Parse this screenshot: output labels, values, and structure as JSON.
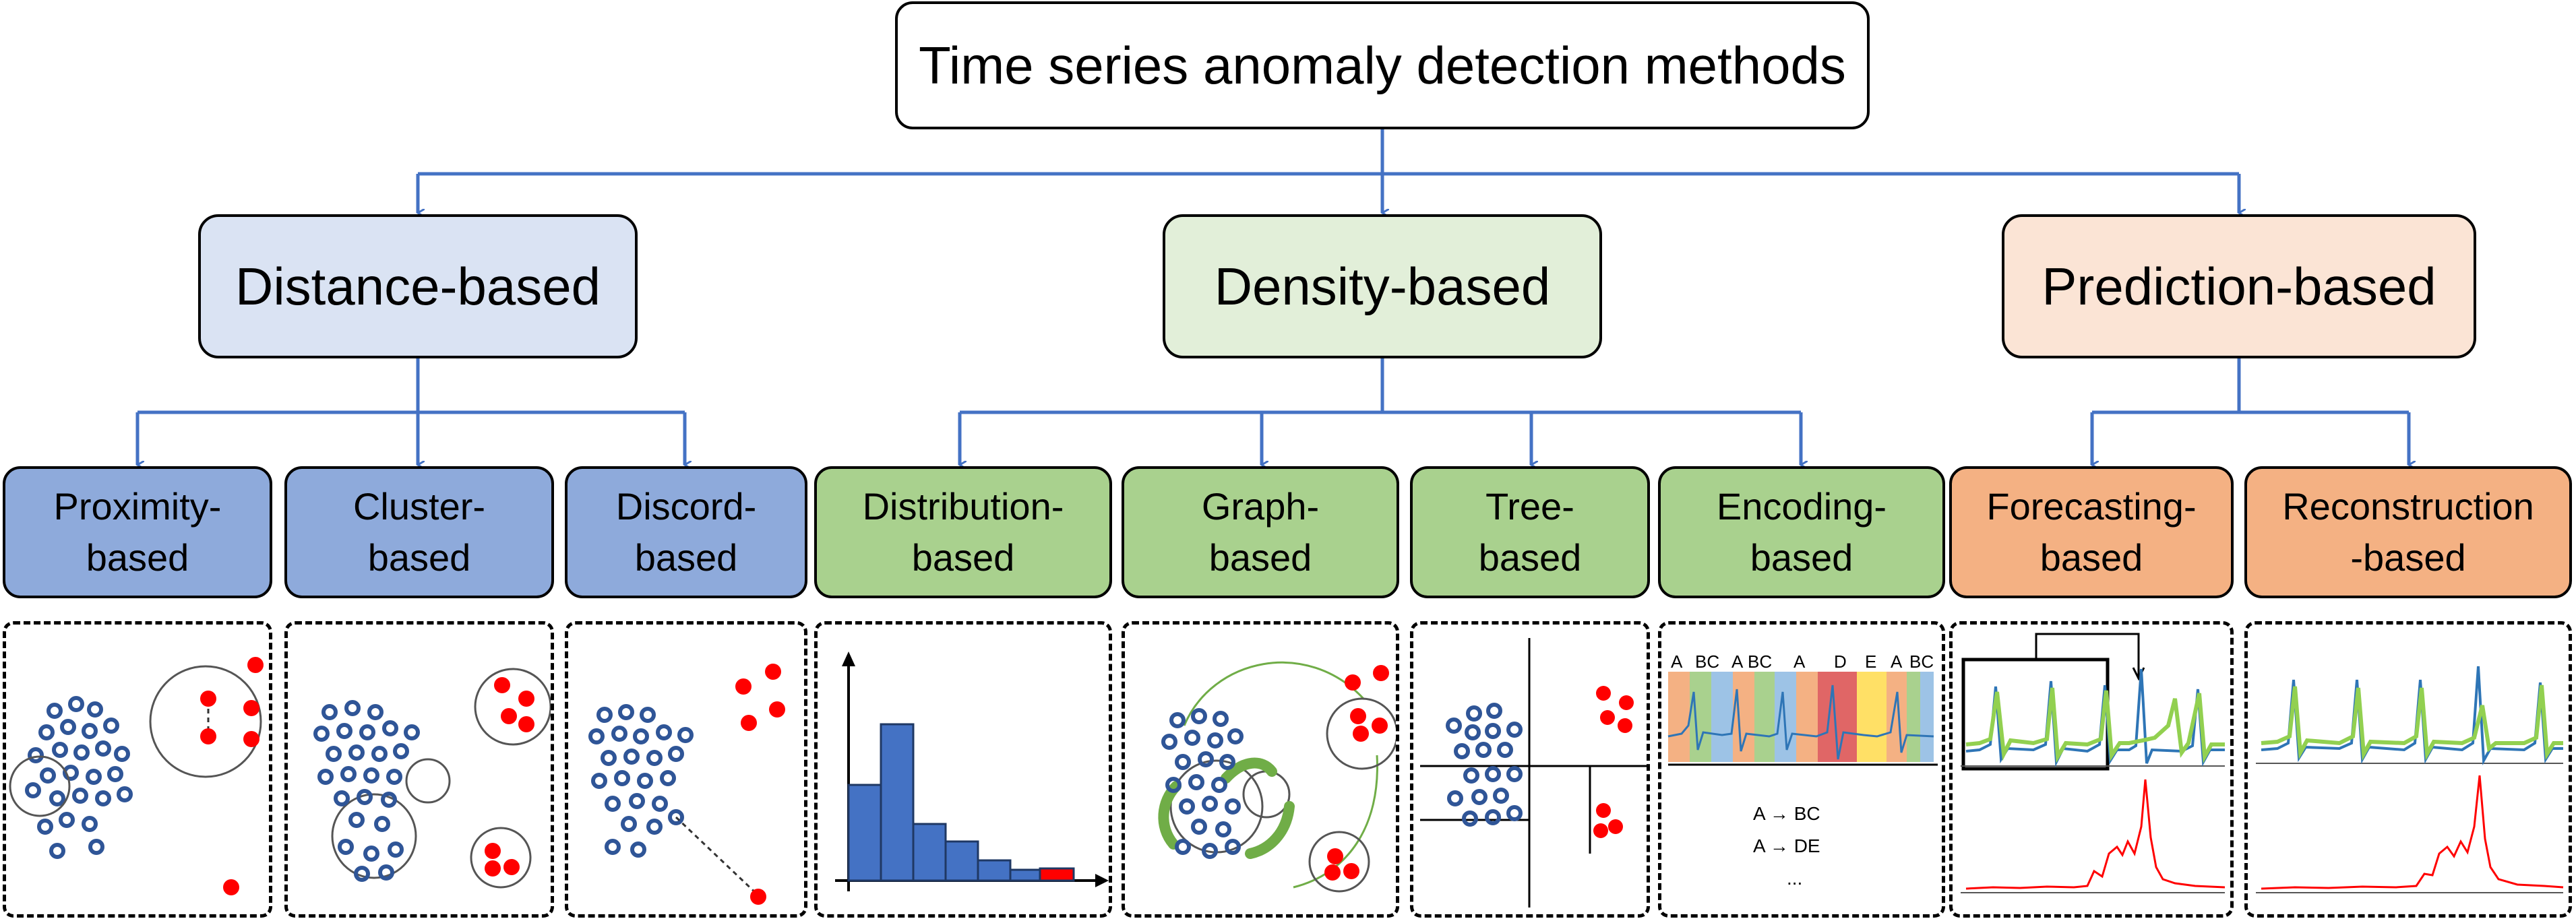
{
  "root": {
    "label": "Time series anomaly detection methods"
  },
  "categories": [
    {
      "label": "Distance-based"
    },
    {
      "label": "Density-based"
    },
    {
      "label": "Prediction-based"
    }
  ],
  "methods": [
    {
      "label": "Proximity-\nbased"
    },
    {
      "label": "Cluster-\nbased"
    },
    {
      "label": "Discord-\nbased"
    },
    {
      "label": "Distribution-\nbased"
    },
    {
      "label": "Graph-\nbased"
    },
    {
      "label": "Tree-\nbased"
    },
    {
      "label": "Encoding-\nbased"
    },
    {
      "label": "Forecasting-\nbased"
    },
    {
      "label": "Reconstruction\n-based"
    }
  ],
  "encoding_panel": {
    "symbols": [
      "A",
      "BC",
      "A",
      "BC",
      "A",
      "D",
      "E",
      "A",
      "BC"
    ],
    "rules": [
      "A →  BC",
      "A →  DE",
      "..."
    ]
  },
  "colors": {
    "connector": "#4472c4",
    "normal_point": "#2f5597",
    "anomaly_point": "#ff0000",
    "graph_arrow": "#70ad47",
    "histogram_bar": "#4472c4",
    "forecast_series": "#92d050",
    "original_series": "#2e75b6",
    "error_series": "#ff0000"
  }
}
